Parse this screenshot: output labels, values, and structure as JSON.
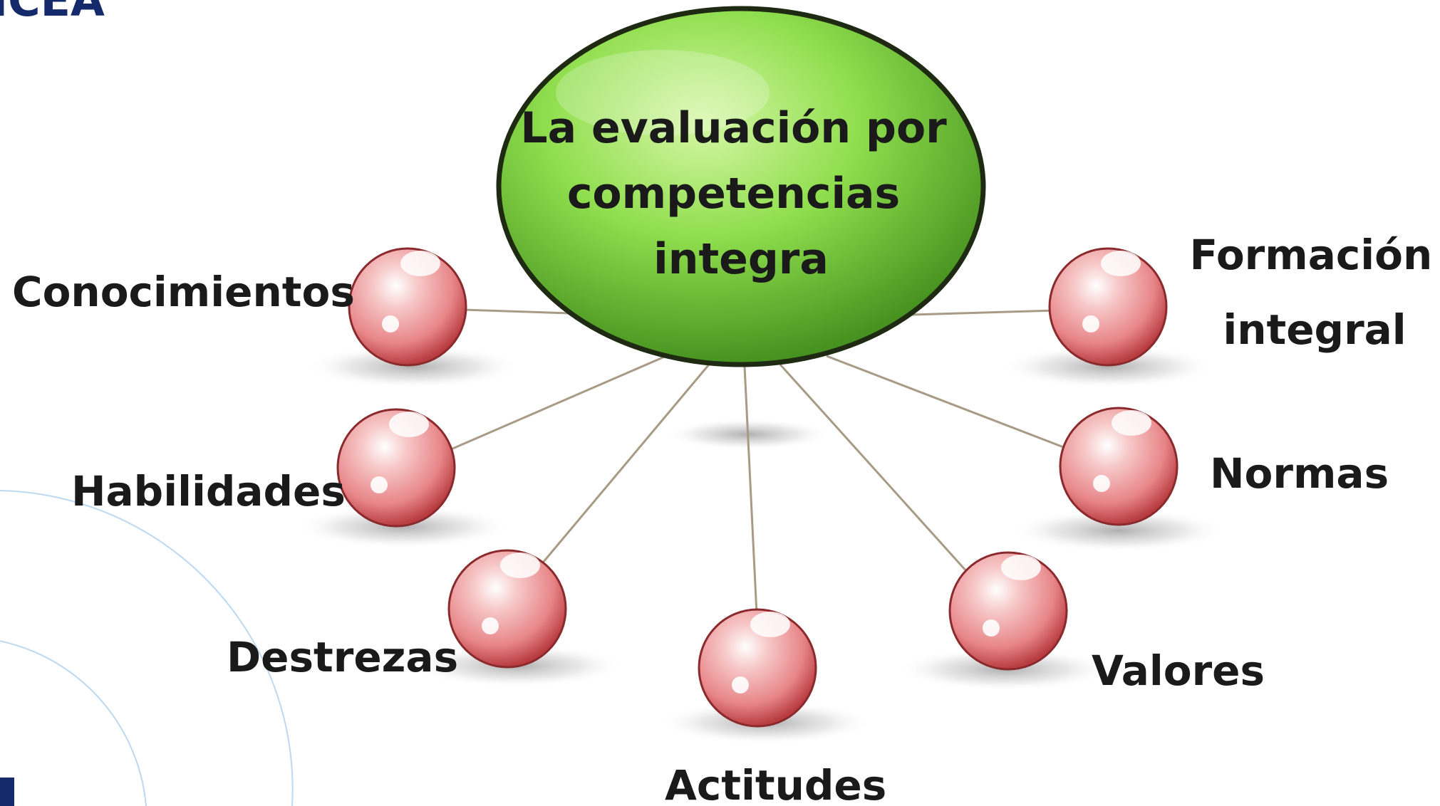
{
  "header": {
    "brand_fragment": "ICEA"
  },
  "center": {
    "lines": [
      "La evaluación por",
      "competencias",
      "integra"
    ]
  },
  "nodes": [
    {
      "id": "conocimientos",
      "lines": [
        "Conocimientos"
      ]
    },
    {
      "id": "habilidades",
      "lines": [
        "Habilidades"
      ]
    },
    {
      "id": "destrezas",
      "lines": [
        "Destrezas"
      ]
    },
    {
      "id": "actitudes",
      "lines": [
        "Actitudes"
      ]
    },
    {
      "id": "valores",
      "lines": [
        "Valores"
      ]
    },
    {
      "id": "normas",
      "lines": [
        "Normas"
      ]
    },
    {
      "id": "formacion-integral",
      "lines": [
        "Formación",
        "integral"
      ]
    }
  ],
  "colors": {
    "center_fill": "#7fd23f",
    "center_outline": "#1f2a12",
    "sphere_fill": "#e8787c",
    "sphere_outline": "#8a2a2c",
    "connector": "#a89b86",
    "label_text": "#1a1a1a",
    "brand": "#142a6b",
    "decor_arc": "#bcd8f2"
  }
}
